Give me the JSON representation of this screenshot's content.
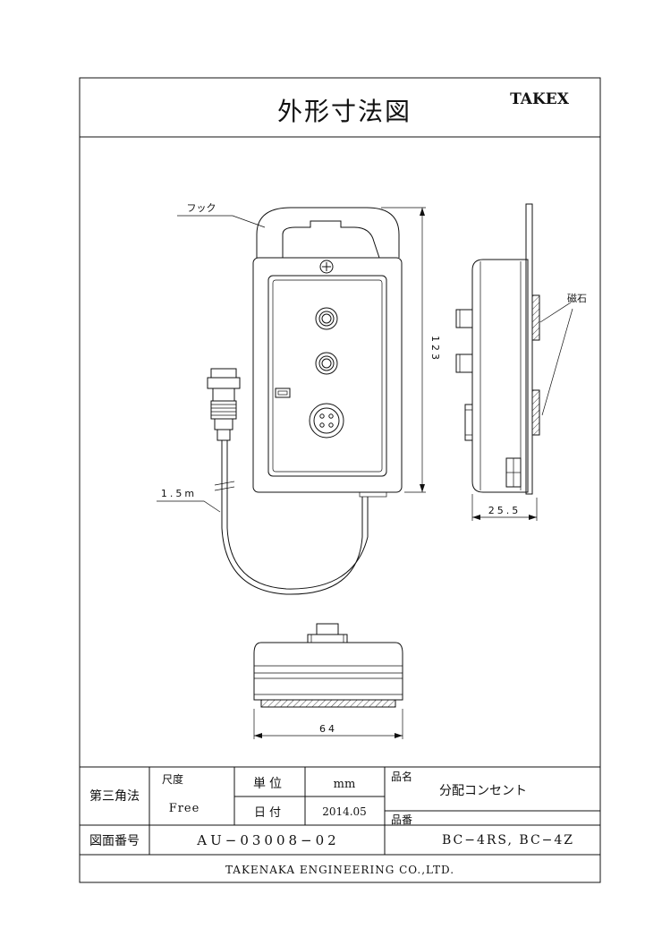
{
  "header": {
    "title": "外形寸法図",
    "brand": "TAKEX"
  },
  "drawing": {
    "hook_label": "フック",
    "cable_label": "1.5m",
    "height_dim": "123",
    "width_dim": "64",
    "depth_dim": "25.5",
    "magnet_label": "磁石"
  },
  "title_block": {
    "projection": "第三角法",
    "scale_label": "尺度",
    "scale_value": "Free",
    "unit_label": "単位",
    "unit_value": "mm",
    "date_label": "日付",
    "date_value": "2014.05",
    "product_name_label": "品名",
    "product_name": "分配コンセント",
    "drawing_no_label": "図面番号",
    "drawing_no": "AU−03008−02",
    "part_no_label": "品番",
    "part_no": "BC−4RS, BC−4Z",
    "company": "TAKENAKA ENGINEERING CO.,LTD."
  }
}
